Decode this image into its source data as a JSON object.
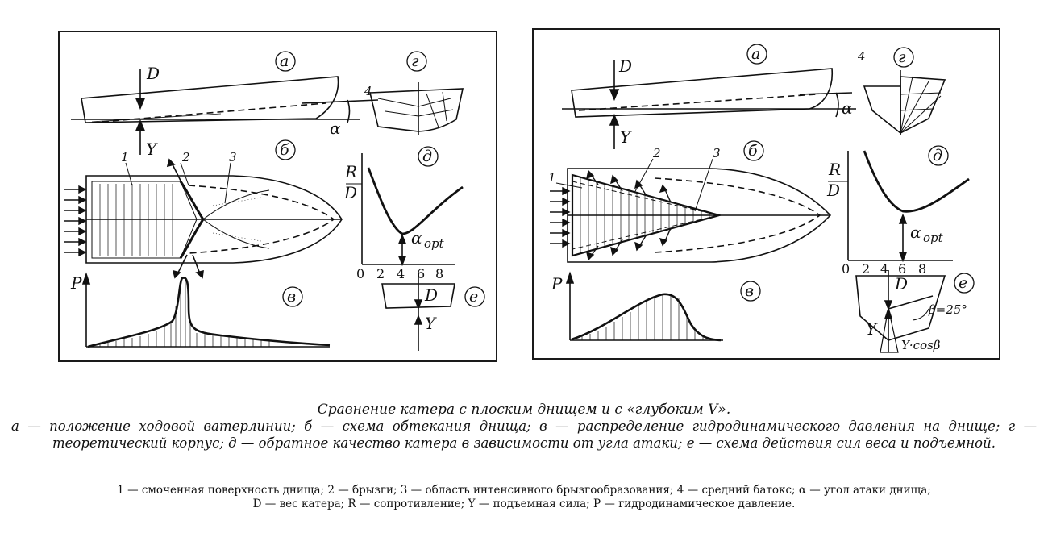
{
  "panel_left": {
    "labels": {
      "a": "а",
      "b": "б",
      "v": "в",
      "g": "г",
      "d": "д",
      "e": "е",
      "n1": "1",
      "n2": "2",
      "n3": "3",
      "n4": "4",
      "D": "D",
      "Y": "Y",
      "R": "R",
      "Dfrac": "D",
      "P": "P",
      "alpha": "α",
      "alpha_opt": "α",
      "opt": "opt",
      "ticks": [
        "0",
        "2",
        "4",
        "6",
        "8"
      ]
    }
  },
  "panel_right": {
    "labels": {
      "a": "а",
      "b": "б",
      "v": "в",
      "g": "г",
      "d": "д",
      "e": "е",
      "n1": "1",
      "n2": "2",
      "n3": "3",
      "n4": "4",
      "D": "D",
      "Y": "Y",
      "R": "R",
      "Dfrac": "D",
      "P": "P",
      "alpha": "α",
      "alpha_opt": "α",
      "opt": "opt",
      "ticks": [
        "0",
        "2",
        "4",
        "6",
        "8"
      ],
      "beta": "β=25°",
      "ycos": "Y·cosβ"
    }
  },
  "caption": {
    "title": "Сравнение катера с плоским днищем и с «глубоким V».",
    "legend": "а — положение ходовой ватерлинии; б — схема обтекания днища; в — распределение гидродинамического давления на днище; г — теоретический корпус; д — обратное качество катера в зависимости от угла атаки; е — схема действия сил веса и подъемной.",
    "notes_line1": "1 — смоченная поверхность днища; 2 — брызги; 3 — область интенсивного брызгообразования; 4 — средний батокс; α — угол атаки днища;",
    "notes_line2": "D — вес катера; R — сопротивление; Y — подъемная сила; P — гидродинамическое давление."
  }
}
